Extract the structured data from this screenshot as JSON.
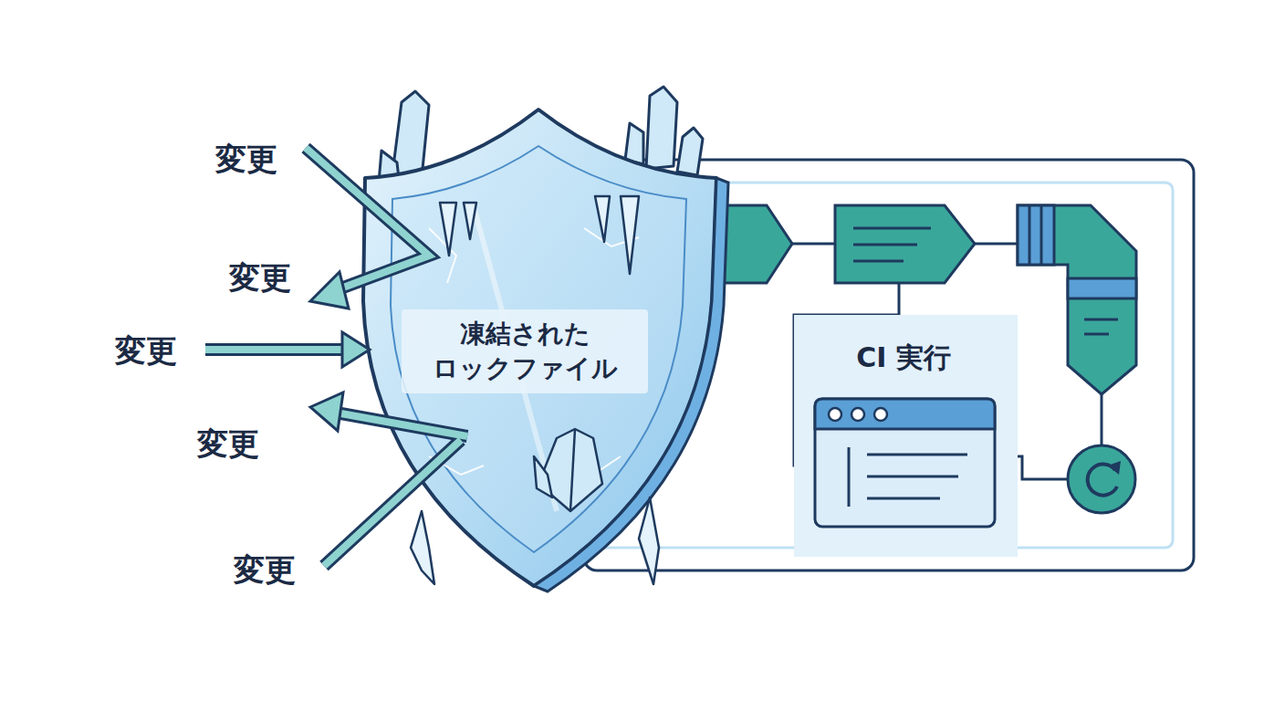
{
  "diagram": {
    "nodes": [
      {
        "text": [
          "凍結された ロックファイル"
        ]
      },
      {
        "text": [
          "CI 実行"
        ]
      }
    ],
    "labels": [
      "変更",
      "変更",
      "変更",
      "変更",
      "変更"
    ]
  }
}
